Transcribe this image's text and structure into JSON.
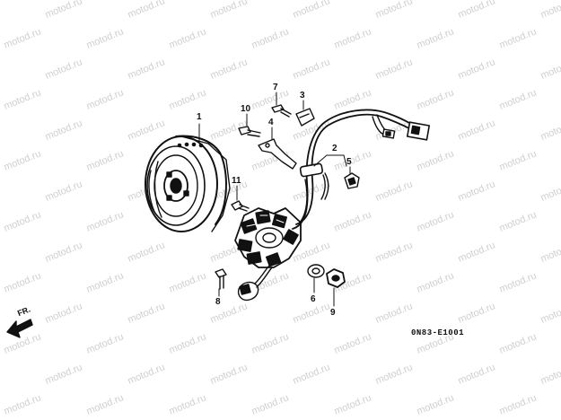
{
  "watermark": {
    "text": "motod.ru",
    "color": "#cfcfcf"
  },
  "callouts": {
    "c1": "1",
    "c2": "2",
    "c3": "3",
    "c4": "4",
    "c5": "5",
    "c6": "6",
    "c7": "7",
    "c8": "8",
    "c9": "9",
    "c10": "10",
    "c11": "11"
  },
  "direction_label": "FR.",
  "diagram_code": "0N83-E1001"
}
